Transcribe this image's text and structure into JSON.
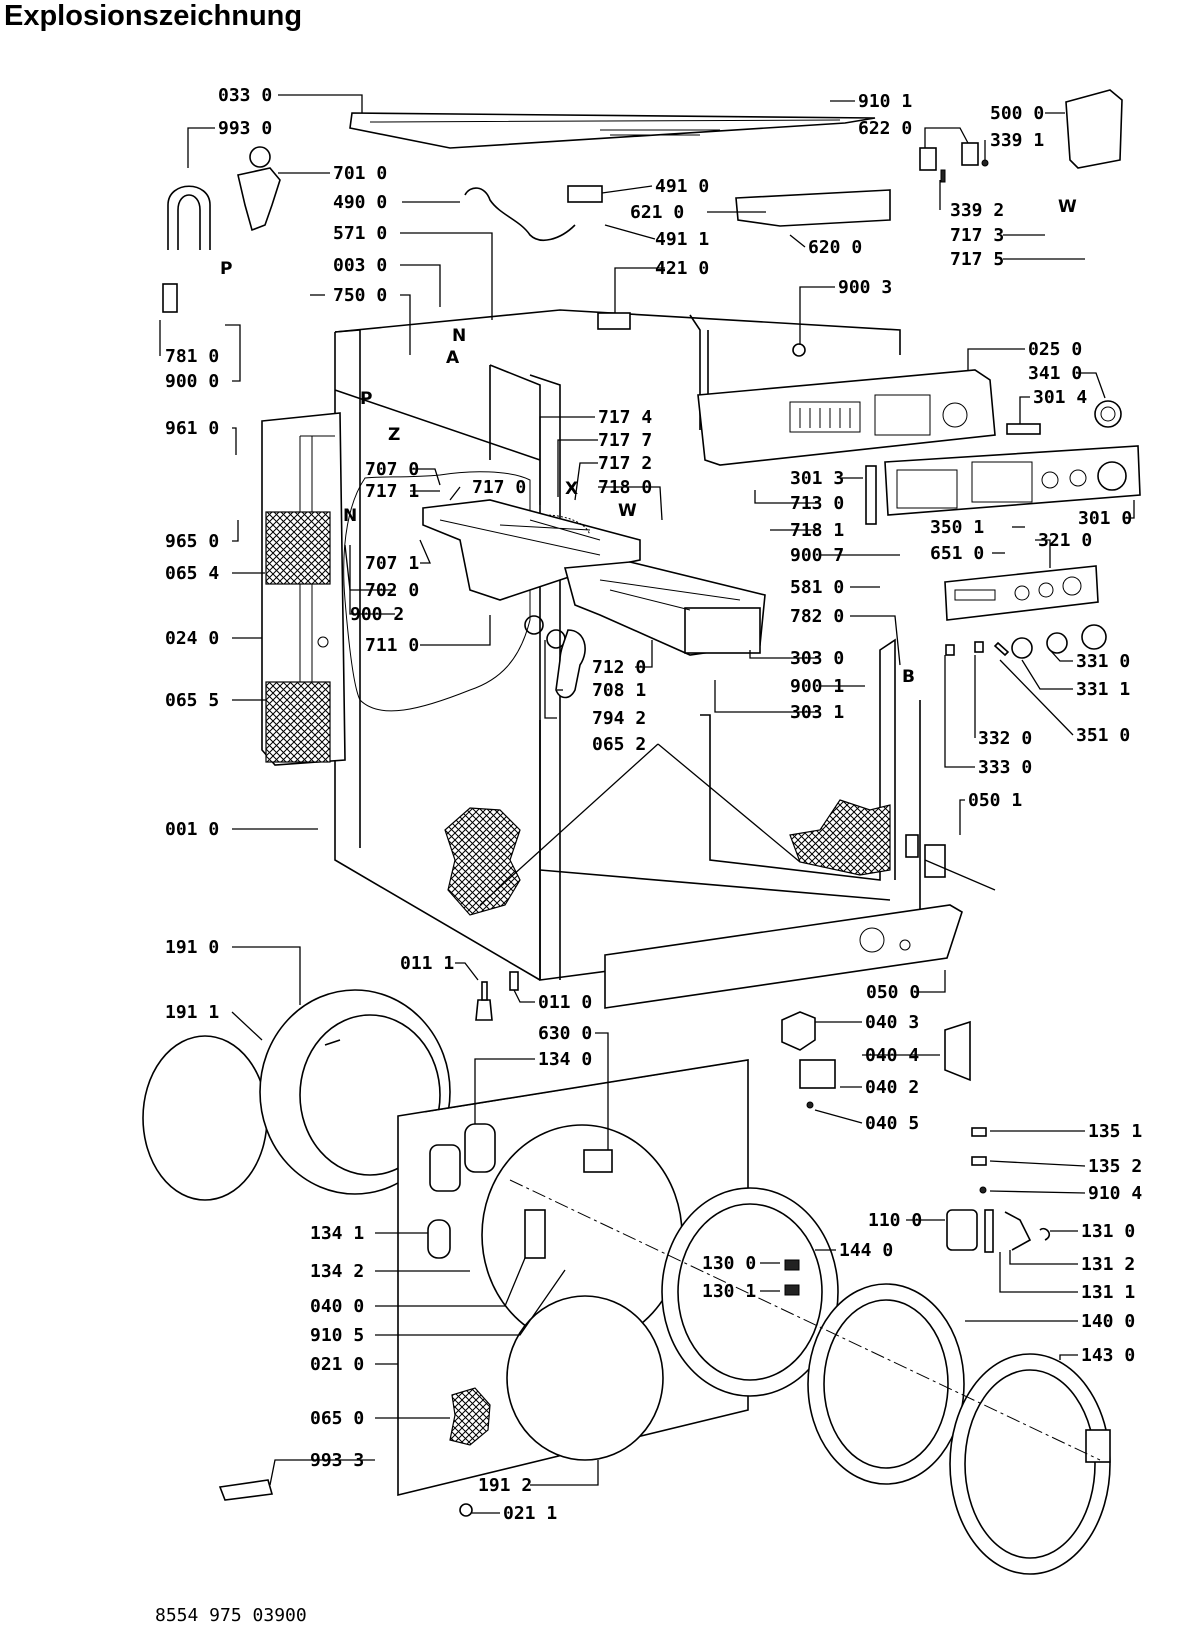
{
  "title": "Explosionszeichnung",
  "document_number": "8554 975 03900",
  "part_labels": {
    "p0330": "033 0",
    "p9930": "993 0",
    "p7010": "701 0",
    "p4900": "490 0",
    "p5710": "571 0",
    "p0030": "003 0",
    "p7500": "750 0",
    "p7810": "781 0",
    "p9000": "900 0",
    "p9610": "961 0",
    "p9650": "965 0",
    "p0654": "065 4",
    "p0240": "024 0",
    "p0655": "065 5",
    "p0010": "001 0",
    "p1910": "191 0",
    "p1911": "191 1",
    "p9101": "910 1",
    "p6220": "622 0",
    "p5000": "500 0",
    "p3391": "339 1",
    "p3392": "339 2",
    "p7173": "717 3",
    "p7175": "717 5",
    "p4910": "491 0",
    "p6210": "621 0",
    "p4911": "491 1",
    "p6200": "620 0",
    "p4210": "421 0",
    "p9003": "900 3",
    "p0250": "025 0",
    "p3410": "341 0",
    "p3014": "301 4",
    "p7174": "717 4",
    "p7177": "717 7",
    "p7172": "717 2",
    "p7070": "707 0",
    "p7171": "717 1",
    "p7170": "717 0",
    "p7180": "718 0",
    "p3013": "301 3",
    "p7130": "713 0",
    "p7181": "718 1",
    "p9007": "900 7",
    "p3010": "301 0",
    "p3501": "350 1",
    "p6510": "651 0",
    "p3210": "321 0",
    "p7071": "707 1",
    "p7020": "702 0",
    "p9002": "900 2",
    "p7110": "711 0",
    "p5810": "581 0",
    "p7820": "782 0",
    "p7120": "712 0",
    "p3030": "303 0",
    "p7081": "708 1",
    "p9001": "900 1",
    "p7942": "794 2",
    "p3031": "303 1",
    "p0652": "065 2",
    "p3310": "331 0",
    "p3311": "331 1",
    "p3320": "332 0",
    "p3510": "351 0",
    "p3330": "333 0",
    "p0501": "050 1",
    "p0111": "011 1",
    "p0110": "011 0",
    "p0500": "050 0",
    "p6300": "630 0",
    "p1340": "134 0",
    "p0403": "040 3",
    "p0404": "040 4",
    "p0402": "040 2",
    "p0405": "040 5",
    "p1351": "135 1",
    "p1352": "135 2",
    "p9104": "910 4",
    "p1100": "110 0",
    "p1310": "131 0",
    "p1312": "131 2",
    "p1311": "131 1",
    "p1341": "134 1",
    "p1342": "134 2",
    "p1300": "130 0",
    "p1440": "144 0",
    "p1301": "130 1",
    "p0400": "040 0",
    "p1400": "140 0",
    "p9105": "910 5",
    "p0210": "021 0",
    "p1430": "143 0",
    "p0650": "065 0",
    "p9933": "993 3",
    "p1912": "191 2",
    "p0211": "021 1"
  },
  "letter_marks": {
    "P1": "P",
    "N1": "N",
    "A1": "A",
    "P2": "P",
    "Z1": "Z",
    "W1": "W",
    "X1": "X",
    "W2": "W",
    "N2": "N",
    "B1": "B"
  }
}
